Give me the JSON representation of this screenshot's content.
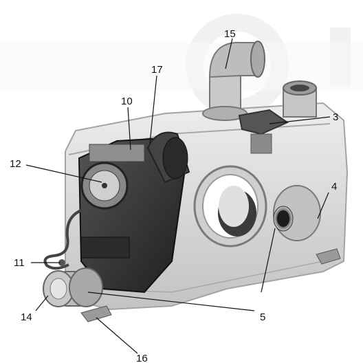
{
  "figure": {
    "callouts": [
      {
        "id": "c15",
        "label": "15"
      },
      {
        "id": "c17",
        "label": "17"
      },
      {
        "id": "c10",
        "label": "10"
      },
      {
        "id": "c3",
        "label": "3"
      },
      {
        "id": "c12",
        "label": "12"
      },
      {
        "id": "c4",
        "label": "4"
      },
      {
        "id": "c11",
        "label": "11"
      },
      {
        "id": "c5",
        "label": "5"
      },
      {
        "id": "c14",
        "label": "14"
      },
      {
        "id": "c16",
        "label": "16"
      }
    ]
  },
  "colors": {
    "housing": "#d9d9d9",
    "housing_edge": "#9a9a9a",
    "motor": "#3a3a3a",
    "metal": "#b8b8b8",
    "background_mark": "#e3e3e3"
  }
}
